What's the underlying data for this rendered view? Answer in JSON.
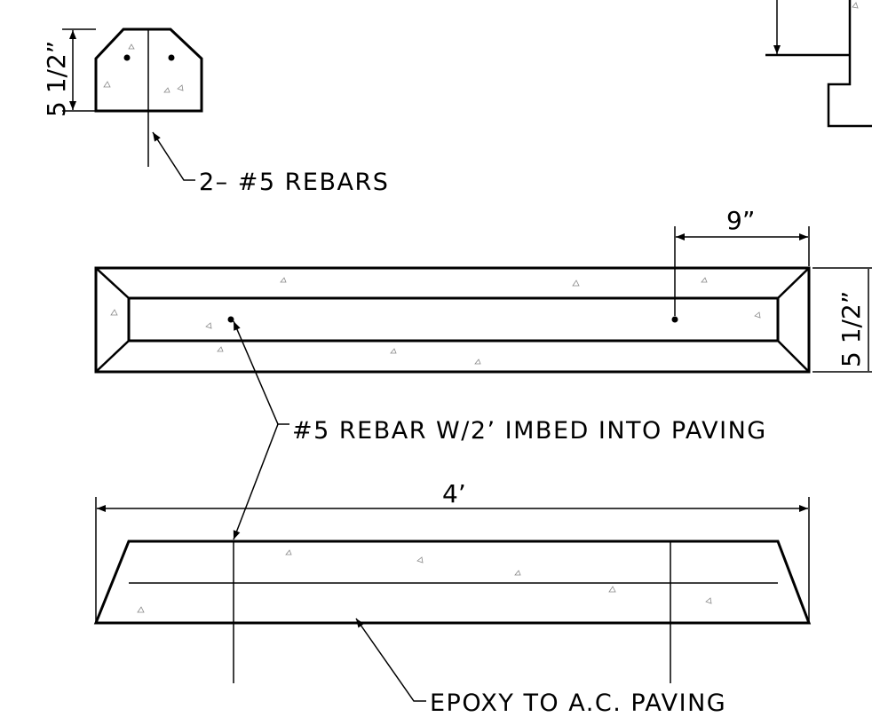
{
  "labels": {
    "end_section_rebars": "2– #5 REBARS",
    "plan_rebar_note": "#5 REBAR W/2’ IMBED INTO PAVING",
    "elevation_epoxy_note": "EPOXY TO A.C. PAVING"
  },
  "dimensions": {
    "section_height": "5 1/2”",
    "rebar_offset": "9”",
    "plan_height": "5 1/2”",
    "overall_length": "4’"
  }
}
